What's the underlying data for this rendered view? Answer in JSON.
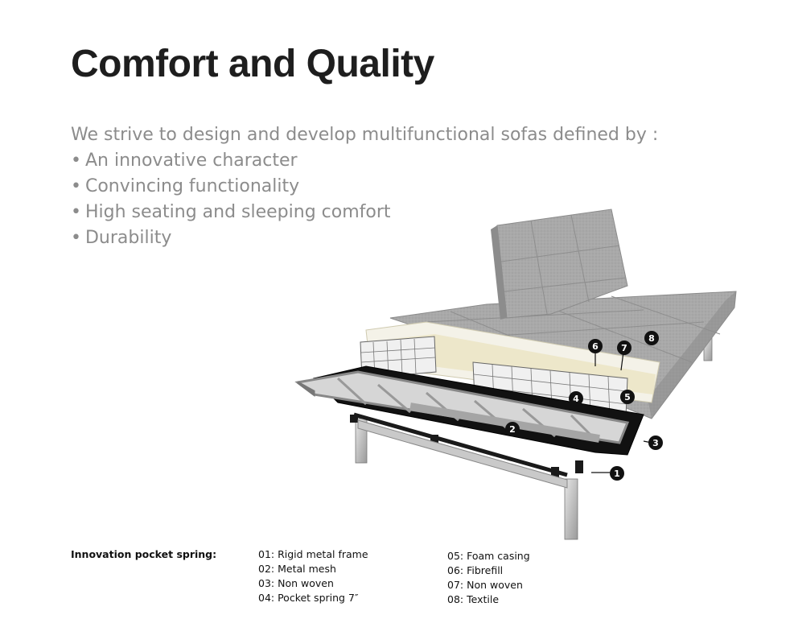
{
  "title": "Comfort and Quality",
  "intro": {
    "lead": "We strive to design and develop multifunctional sofas defined by :",
    "bullets": [
      "An innovative character",
      "Convincing functionality",
      "High seating and sleeping comfort",
      "Durability"
    ]
  },
  "diagram": {
    "markers": [
      "1",
      "2",
      "3",
      "4",
      "5",
      "6",
      "7",
      "8"
    ]
  },
  "legend": {
    "title": "Innovation pocket spring:",
    "column1": [
      "01: Rigid metal frame",
      "02: Metal mesh",
      "03: Non woven",
      "04: Pocket spring 7″"
    ],
    "column2": [
      "05: Foam casing",
      "06: Fibrefill",
      "07: Non woven",
      "08: Textile"
    ]
  }
}
